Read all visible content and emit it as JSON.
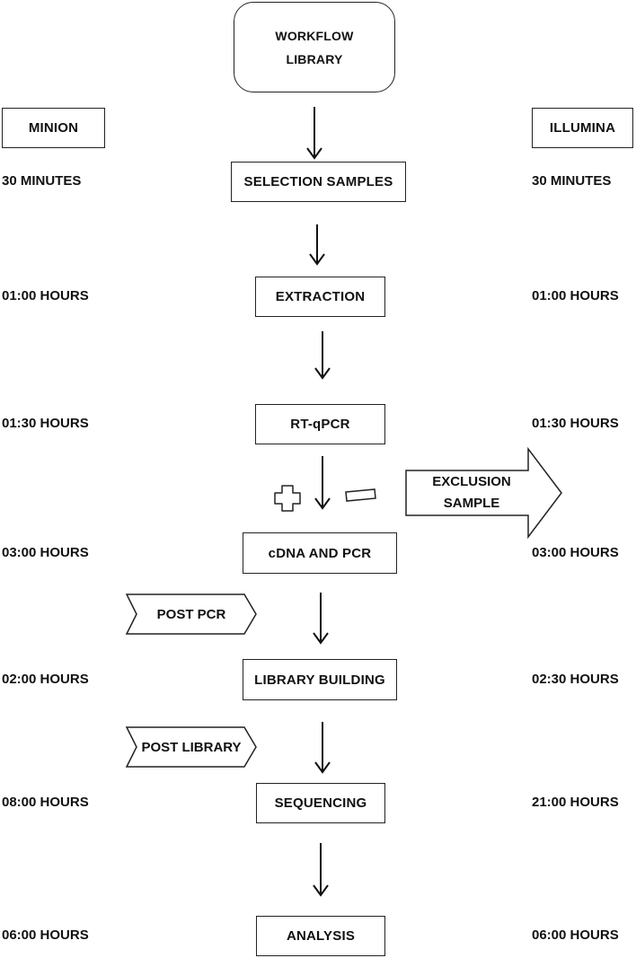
{
  "title": {
    "line1": "WORKFLOW",
    "line2": "LIBRARY"
  },
  "columns": {
    "left": "MINION",
    "right": "ILLUMINA"
  },
  "steps": [
    {
      "label": "SELECTION SAMPLES",
      "left_time": "30 MINUTES",
      "right_time": "30 MINUTES"
    },
    {
      "label": "EXTRACTION",
      "left_time": "01:00 HOURS",
      "right_time": "01:00 HOURS"
    },
    {
      "label": "RT-qPCR",
      "left_time": "01:30 HOURS",
      "right_time": "01:30 HOURS"
    },
    {
      "label": "cDNA AND PCR",
      "left_time": "03:00 HOURS",
      "right_time": "03:00 HOURS"
    },
    {
      "label": "LIBRARY BUILDING",
      "left_time": "02:00 HOURS",
      "right_time": "02:30 HOURS"
    },
    {
      "label": "SEQUENCING",
      "left_time": "08:00 HOURS",
      "right_time": "21:00 HOURS"
    },
    {
      "label": "ANALYSIS",
      "left_time": "06:00 HOURS",
      "right_time": "06:00 HOURS"
    }
  ],
  "exclusion": {
    "line1": "EXCLUSION",
    "line2": "SAMPLE"
  },
  "markers": {
    "post_pcr": "POST PCR",
    "post_library": "POST LIBRARY"
  }
}
